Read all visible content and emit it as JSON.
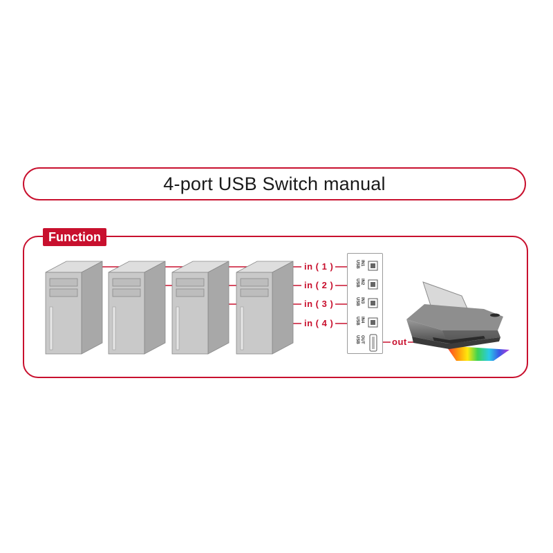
{
  "title": "4-port USB Switch manual",
  "function_label": "Function",
  "inputs": [
    {
      "label": "in ( 1 )",
      "port_line1": "USB",
      "port_line2": "IN1"
    },
    {
      "label": "in ( 2 )",
      "port_line1": "USB",
      "port_line2": "IN2"
    },
    {
      "label": "in ( 3 )",
      "port_line1": "USB",
      "port_line2": "IN3"
    },
    {
      "label": "in ( 4 )",
      "port_line1": "USB",
      "port_line2": "IN4"
    }
  ],
  "output": {
    "label": "out",
    "port_line1": "USB",
    "port_line2": "OUT"
  },
  "computers": [
    {
      "icon": "computer-tower-icon"
    },
    {
      "icon": "computer-tower-icon"
    },
    {
      "icon": "computer-tower-icon"
    },
    {
      "icon": "computer-tower-icon"
    }
  ],
  "printer": {
    "icon": "printer-icon"
  },
  "colors": {
    "accent": "#c8102e",
    "tower_front": "#c9c9c9",
    "tower_side": "#a8a8a8",
    "tower_top": "#dedede"
  }
}
